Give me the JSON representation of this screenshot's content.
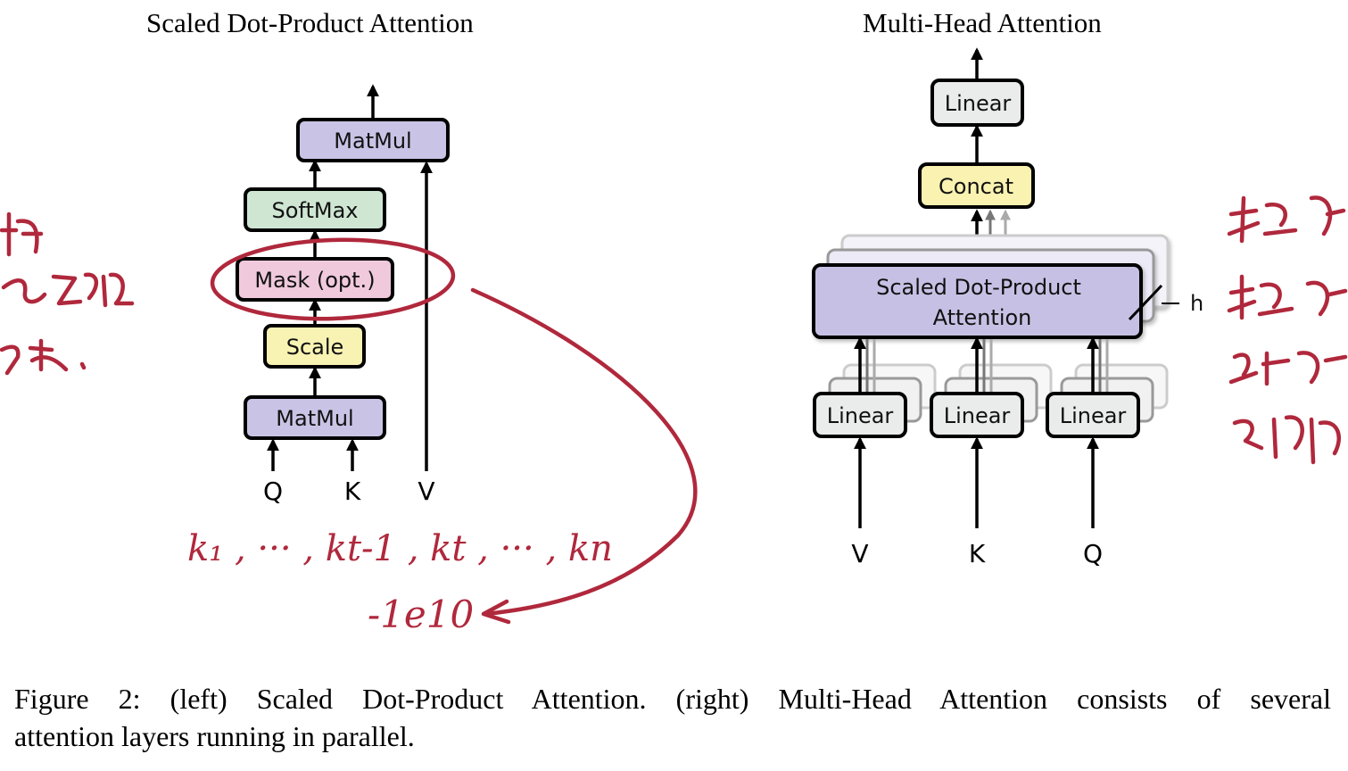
{
  "left_title": "Scaled Dot-Product Attention",
  "right_title": "Multi-Head Attention",
  "left_diagram": {
    "blocks": [
      "MatMul",
      "SoftMax",
      "Mask (opt.)",
      "Scale",
      "MatMul"
    ],
    "inputs": [
      "Q",
      "K",
      "V"
    ]
  },
  "right_diagram": {
    "top_linear": "Linear",
    "concat": "Concat",
    "attention_line1": "Scaled Dot-Product",
    "attention_line2": "Attention",
    "heads_label": "h",
    "linears": [
      "Linear",
      "Linear",
      "Linear"
    ],
    "inputs": [
      "V",
      "K",
      "Q"
    ]
  },
  "annotations": {
    "key_sequence": "k₁ , ··· , kt-1 , kt , ··· , kn",
    "mask_value": "-1e10"
  },
  "caption": {
    "line1": "Figure 2: (left) Scaled Dot-Product Attention. (right) Multi-Head Attention consists of several",
    "line2": "attention layers running in parallel."
  },
  "colors": {
    "matmul": "#c9c4e6",
    "softmax": "#cfe6d3",
    "mask": "#f0c9dc",
    "scale": "#f8f3b3",
    "concat": "#faf2b0",
    "linear": "#eaeceb",
    "attention": "#c6c1e4",
    "ink": "#b0283c"
  }
}
